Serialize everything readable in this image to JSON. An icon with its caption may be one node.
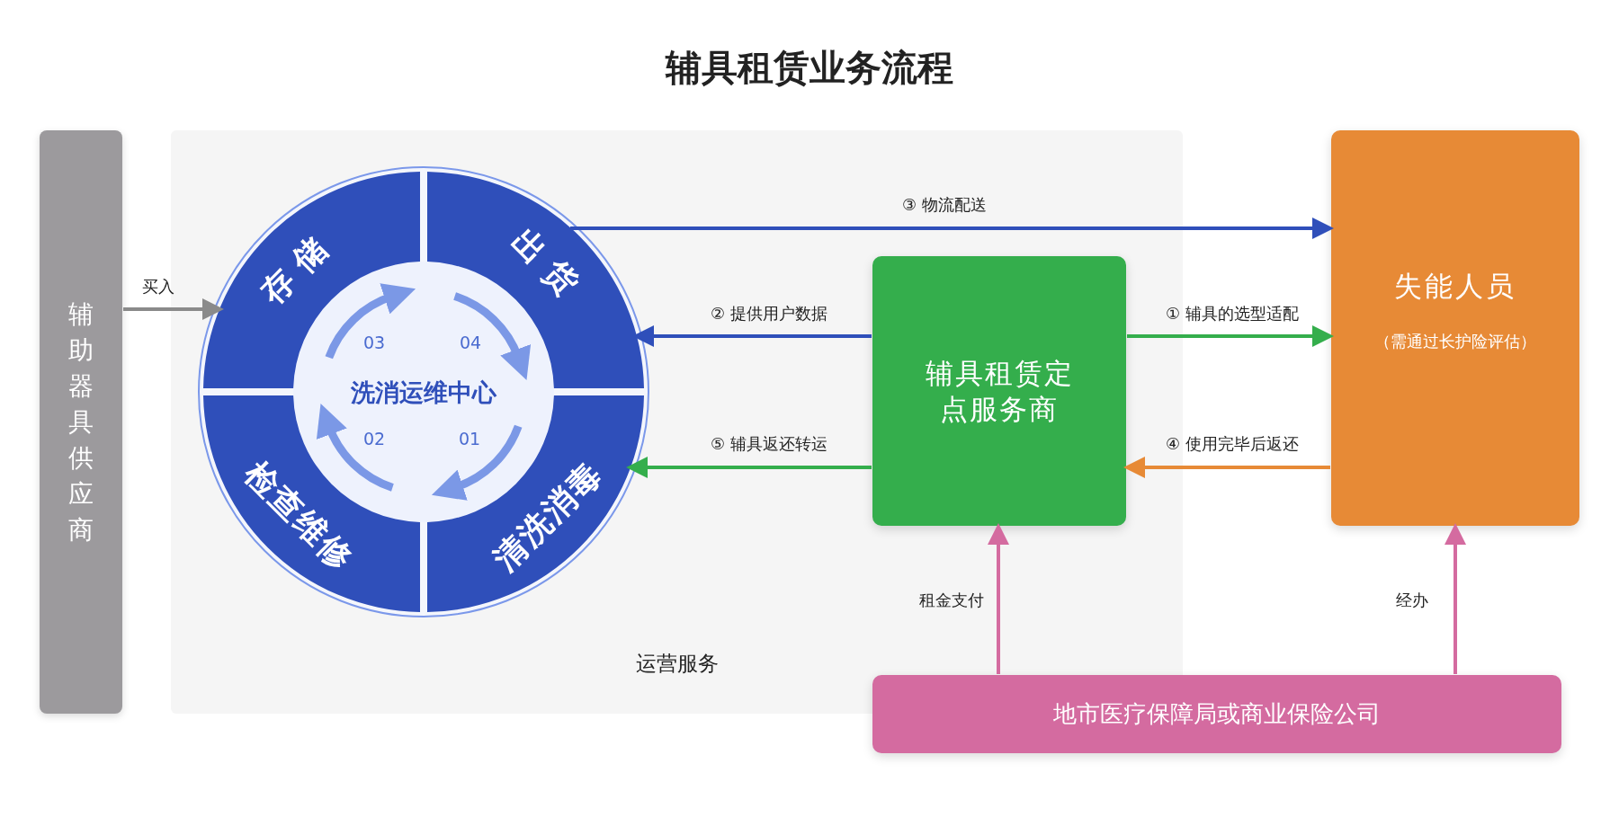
{
  "diagram": {
    "title": "辅具租赁业务流程",
    "nodes": [
      {
        "text": [
          "辅助器具供应商"
        ]
      },
      {
        "text": [
          "运营服务"
        ]
      },
      {
        "text": [
          "洗消运维中心"
        ],
        "in": 1
      },
      {
        "text": [
          "存储"
        ],
        "in": 2
      },
      {
        "text": [
          "出货"
        ],
        "in": 2
      },
      {
        "text": [
          "检查维修"
        ],
        "in": 2
      },
      {
        "text": [
          "清洗消毒"
        ],
        "in": 2
      },
      {
        "text": [
          "辅具租赁定点服务商"
        ],
        "in": 1
      },
      {
        "text": [
          "失能人员",
          "（需通过长护险评估）"
        ]
      },
      {
        "text": [
          "地市医疗保障局或商业保险公司"
        ]
      }
    ],
    "edges": [
      {
        "from": 0,
        "to": 3,
        "arrow": "to",
        "label": "买入",
        "color": "#8a8a8a"
      },
      {
        "from": 4,
        "to": 8,
        "arrow": "to",
        "label": "③ 物流配送",
        "color": "#2f4fba"
      },
      {
        "from": 7,
        "to": 4,
        "arrow": "to",
        "label": "② 提供用户数据",
        "color": "#2f4fba"
      },
      {
        "from": 7,
        "to": 8,
        "arrow": "to",
        "label": "① 辅具的选型适配",
        "color": "#34ae4c"
      },
      {
        "from": 8,
        "to": 7,
        "arrow": "to",
        "label": "④ 使用完毕后返还",
        "color": "#e78a36"
      },
      {
        "from": 7,
        "to": 6,
        "arrow": "to",
        "label": "⑤ 辅具返还转运",
        "color": "#34ae4c"
      },
      {
        "from": 9,
        "to": 7,
        "arrow": "to",
        "label": "租金支付",
        "color": "#d46ba0"
      },
      {
        "from": 9,
        "to": 8,
        "arrow": "to",
        "label": "经办",
        "color": "#d46ba0"
      }
    ],
    "labels": [
      "03",
      "04",
      "02",
      "01"
    ]
  }
}
